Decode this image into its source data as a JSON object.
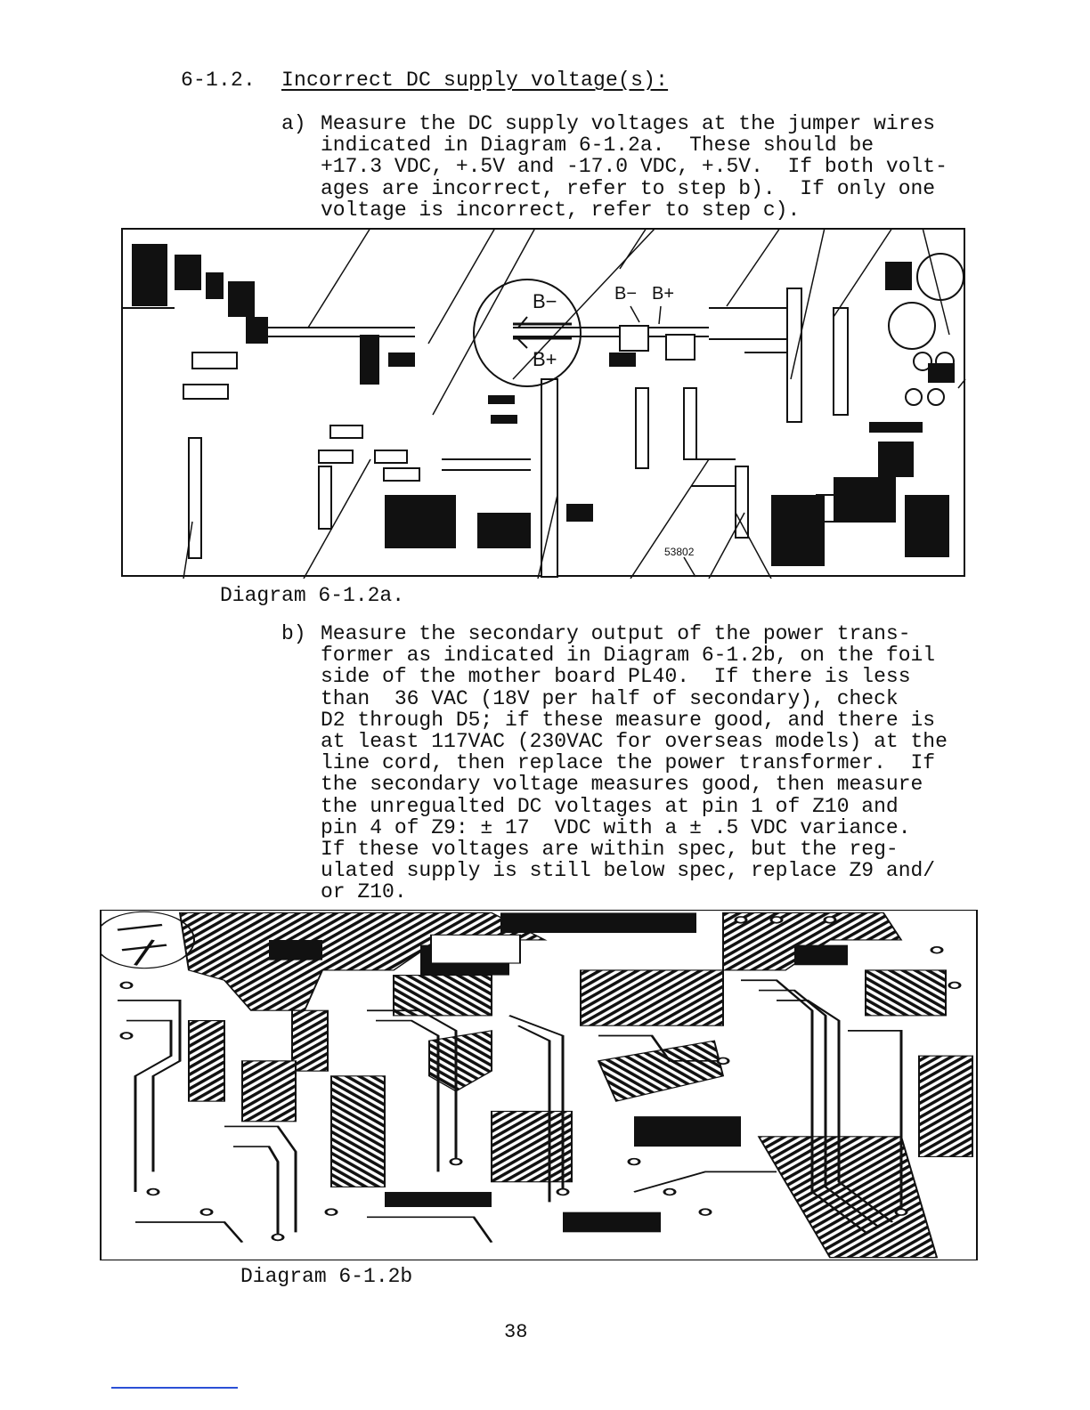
{
  "section": {
    "number": "6-1.2.",
    "title": "Incorrect DC supply voltage(s):"
  },
  "step_a": {
    "label": "a)",
    "lines": [
      "Measure the DC supply voltages at the jumper wires",
      "indicated in Diagram 6-1.2a.  These should be",
      "+17.3 VDC, +.5V and -17.0 VDC, +.5V.  If both volt-",
      "ages are incorrect, refer to step b).  If only one",
      "voltage is incorrect, refer to step c)."
    ]
  },
  "diagram_a": {
    "caption": "Diagram 6-1.2a.",
    "callout_b_minus": "B−",
    "callout_b_plus": "B+",
    "label_b_minus": "B−",
    "label_b_plus": "B+",
    "board_marking": "53802"
  },
  "step_b": {
    "label": "b)",
    "lines": [
      "Measure the secondary output of the power trans-",
      "former as indicated in Diagram 6-1.2b, on the foil",
      "side of the mother board PL40.  If there is less",
      "than  36 VAC (18V per half of secondary), check",
      "D2 through D5; if these measure good, and there is",
      "at least 117VAC (230VAC for overseas models) at the",
      "line cord, then replace the power transformer.  If",
      "the secondary voltage measures good, then measure",
      "the unregualted DC voltages at pin 1 of Z10 and",
      "pin 4 of Z9: ± 17  VDC with a ± .5 VDC variance.",
      "If these voltages are within spec, but the reg-",
      "ulated supply is still below spec, replace Z9 and/",
      "or Z10."
    ]
  },
  "diagram_b": {
    "caption": "Diagram 6-1.2b"
  },
  "page_number": "38"
}
